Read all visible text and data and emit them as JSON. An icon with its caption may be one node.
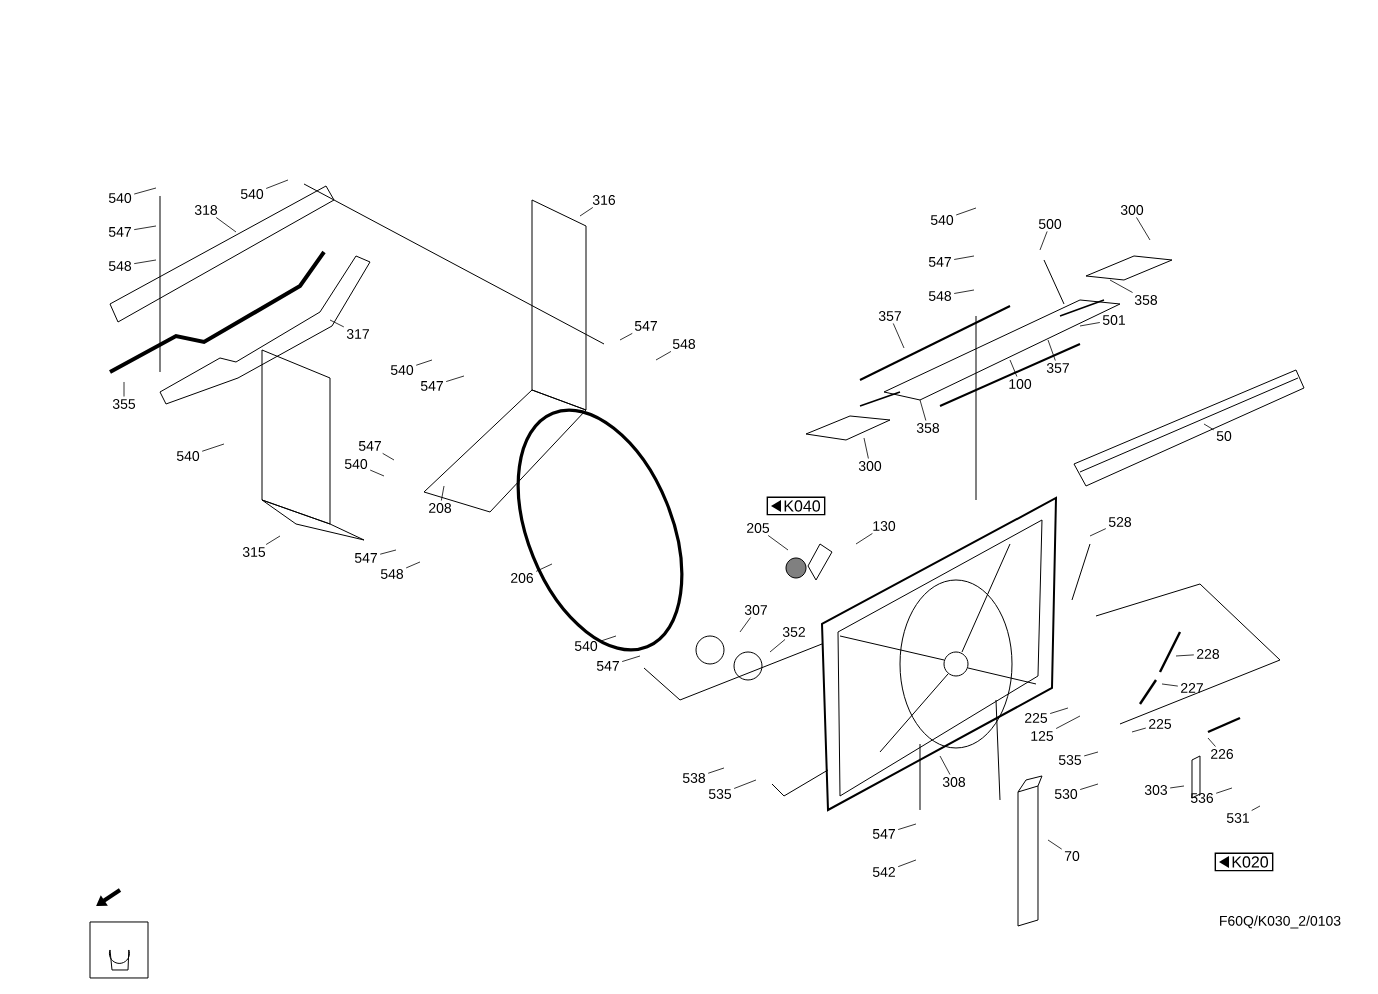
{
  "diagram": {
    "nodes": [
      {
        "text": [
          "540"
        ]
      },
      {
        "text": [
          "540"
        ]
      },
      {
        "text": [
          "318"
        ]
      },
      {
        "text": [
          "547"
        ]
      },
      {
        "text": [
          "548"
        ]
      },
      {
        "text": [
          "317"
        ]
      },
      {
        "text": [
          "355"
        ]
      },
      {
        "text": [
          "540"
        ]
      },
      {
        "text": [
          "316"
        ]
      },
      {
        "text": [
          "547"
        ]
      },
      {
        "text": [
          "548"
        ]
      },
      {
        "text": [
          "540"
        ]
      },
      {
        "text": [
          "547"
        ]
      },
      {
        "text": [
          "547"
        ]
      },
      {
        "text": [
          "540"
        ]
      },
      {
        "text": [
          "208"
        ]
      },
      {
        "text": [
          "315"
        ]
      },
      {
        "text": [
          "547"
        ]
      },
      {
        "text": [
          "548"
        ]
      },
      {
        "text": [
          "206"
        ]
      },
      {
        "text": [
          "540"
        ]
      },
      {
        "text": [
          "500"
        ]
      },
      {
        "text": [
          "300"
        ]
      },
      {
        "text": [
          "547"
        ]
      },
      {
        "text": [
          "548"
        ]
      },
      {
        "text": [
          "358"
        ]
      },
      {
        "text": [
          "357"
        ]
      },
      {
        "text": [
          "501"
        ]
      },
      {
        "text": [
          "100"
        ]
      },
      {
        "text": [
          "357"
        ]
      },
      {
        "text": [
          "358"
        ]
      },
      {
        "text": [
          "300"
        ]
      },
      {
        "text": [
          "50"
        ]
      },
      {
        "text": [
          "K040"
        ]
      },
      {
        "text": [
          "130"
        ]
      },
      {
        "text": [
          "205"
        ]
      },
      {
        "text": [
          "528"
        ]
      },
      {
        "text": [
          "307"
        ]
      },
      {
        "text": [
          "352"
        ]
      },
      {
        "text": [
          "540"
        ]
      },
      {
        "text": [
          "547"
        ]
      },
      {
        "text": [
          "228"
        ]
      },
      {
        "text": [
          "227"
        ]
      },
      {
        "text": [
          "225"
        ]
      },
      {
        "text": [
          "225"
        ]
      },
      {
        "text": [
          "125"
        ]
      },
      {
        "text": [
          "226"
        ]
      },
      {
        "text": [
          "535"
        ]
      },
      {
        "text": [
          "538"
        ]
      },
      {
        "text": [
          "535"
        ]
      },
      {
        "text": [
          "308"
        ]
      },
      {
        "text": [
          "530"
        ]
      },
      {
        "text": [
          "303"
        ]
      },
      {
        "text": [
          "536"
        ]
      },
      {
        "text": [
          "531"
        ]
      },
      {
        "text": [
          "547"
        ]
      },
      {
        "text": [
          "542"
        ]
      },
      {
        "text": [
          "70"
        ]
      },
      {
        "text": [
          "K020"
        ]
      }
    ],
    "edges": [
      {
        "from": 0,
        "to": null,
        "arrow": "none"
      },
      {
        "from": 1,
        "to": null,
        "arrow": "none"
      },
      {
        "from": 2,
        "to": null,
        "arrow": "none"
      },
      {
        "from": 3,
        "to": null,
        "arrow": "none"
      },
      {
        "from": 4,
        "to": null,
        "arrow": "none"
      },
      {
        "from": 5,
        "to": null,
        "arrow": "none"
      },
      {
        "from": 6,
        "to": null,
        "arrow": "none"
      },
      {
        "from": 7,
        "to": null,
        "arrow": "none"
      },
      {
        "from": 8,
        "to": null,
        "arrow": "none"
      },
      {
        "from": 9,
        "to": null,
        "arrow": "none"
      },
      {
        "from": 10,
        "to": null,
        "arrow": "none"
      },
      {
        "from": 11,
        "to": null,
        "arrow": "none"
      },
      {
        "from": 12,
        "to": null,
        "arrow": "none"
      },
      {
        "from": 13,
        "to": null,
        "arrow": "none"
      },
      {
        "from": 14,
        "to": null,
        "arrow": "none"
      },
      {
        "from": 15,
        "to": null,
        "arrow": "none"
      },
      {
        "from": 16,
        "to": null,
        "arrow": "none"
      },
      {
        "from": 17,
        "to": null,
        "arrow": "none"
      },
      {
        "from": 18,
        "to": null,
        "arrow": "none"
      },
      {
        "from": 19,
        "to": null,
        "arrow": "none"
      },
      {
        "from": 20,
        "to": null,
        "arrow": "none"
      },
      {
        "from": 21,
        "to": null,
        "arrow": "none"
      },
      {
        "from": 22,
        "to": null,
        "arrow": "none"
      },
      {
        "from": 23,
        "to": null,
        "arrow": "none"
      },
      {
        "from": 24,
        "to": null,
        "arrow": "none"
      },
      {
        "from": 25,
        "to": null,
        "arrow": "none"
      },
      {
        "from": 26,
        "to": null,
        "arrow": "none"
      },
      {
        "from": 27,
        "to": null,
        "arrow": "none"
      },
      {
        "from": 28,
        "to": null,
        "arrow": "none"
      },
      {
        "from": 29,
        "to": null,
        "arrow": "none"
      },
      {
        "from": 30,
        "to": null,
        "arrow": "none"
      },
      {
        "from": 31,
        "to": null,
        "arrow": "none"
      },
      {
        "from": 32,
        "to": null,
        "arrow": "none"
      },
      {
        "from": 34,
        "to": null,
        "arrow": "none"
      },
      {
        "from": 35,
        "to": null,
        "arrow": "none"
      },
      {
        "from": 36,
        "to": null,
        "arrow": "none"
      },
      {
        "from": 37,
        "to": null,
        "arrow": "none"
      },
      {
        "from": 38,
        "to": null,
        "arrow": "none"
      },
      {
        "from": 39,
        "to": null,
        "arrow": "none"
      },
      {
        "from": 40,
        "to": null,
        "arrow": "none"
      },
      {
        "from": 41,
        "to": null,
        "arrow": "none"
      },
      {
        "from": 42,
        "to": null,
        "arrow": "none"
      },
      {
        "from": 43,
        "to": null,
        "arrow": "none"
      },
      {
        "from": 44,
        "to": null,
        "arrow": "none"
      },
      {
        "from": 45,
        "to": null,
        "arrow": "none"
      },
      {
        "from": 46,
        "to": null,
        "arrow": "none"
      },
      {
        "from": 47,
        "to": null,
        "arrow": "none"
      },
      {
        "from": 48,
        "to": null,
        "arrow": "none"
      },
      {
        "from": 49,
        "to": null,
        "arrow": "none"
      },
      {
        "from": 50,
        "to": null,
        "arrow": "none"
      },
      {
        "from": 51,
        "to": null,
        "arrow": "none"
      },
      {
        "from": 52,
        "to": null,
        "arrow": "none"
      },
      {
        "from": 53,
        "to": null,
        "arrow": "none"
      },
      {
        "from": 54,
        "to": null,
        "arrow": "none"
      },
      {
        "from": 55,
        "to": null,
        "arrow": "none"
      },
      {
        "from": 56,
        "to": null,
        "arrow": "none"
      },
      {
        "from": 57,
        "to": null,
        "arrow": "none"
      }
    ],
    "labels": [
      "F60Q/K030_2/0103"
    ]
  }
}
